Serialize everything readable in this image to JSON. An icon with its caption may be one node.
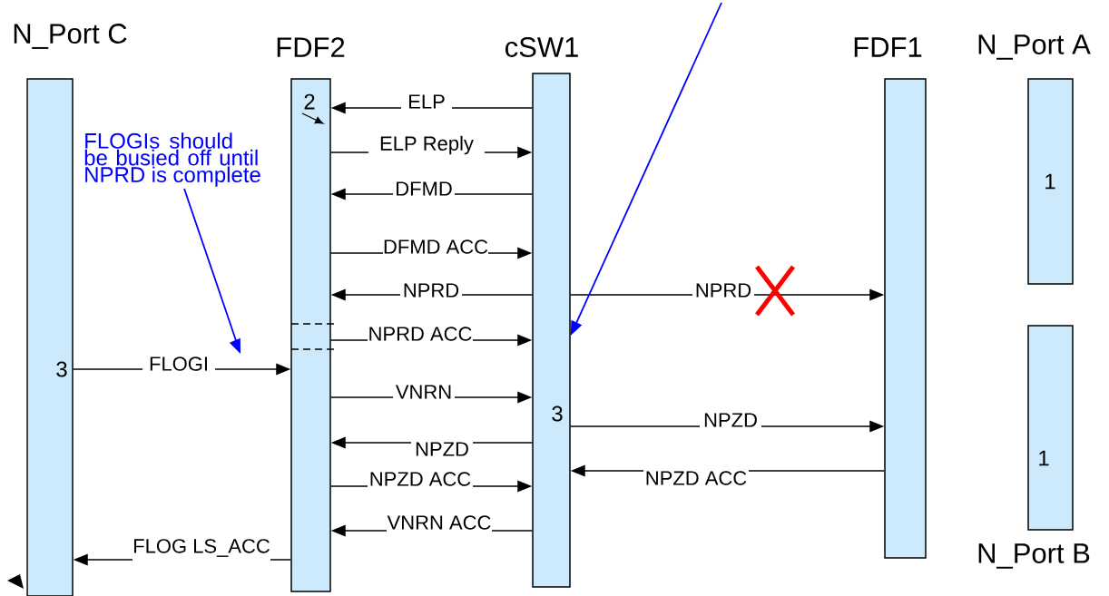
{
  "diagram": {
    "nodes": [
      {
        "text": [
          "N_Port C",
          "3"
        ]
      },
      {
        "text": [
          "FDF2",
          "2"
        ]
      },
      {
        "text": [
          "cSW1",
          "3"
        ]
      },
      {
        "text": [
          "FDF1"
        ]
      },
      {
        "text": [
          "N_Port A",
          "1"
        ]
      },
      {
        "text": [
          "1",
          "N_Port B"
        ]
      },
      {
        "text": [
          "FLOGIs should be busied off until NPRD is complete"
        ]
      }
    ],
    "edges": [
      {
        "from": 2,
        "to": 1,
        "arrow": "to",
        "label": "ELP"
      },
      {
        "from": 1,
        "to": 2,
        "arrow": "to",
        "label": "ELP Reply"
      },
      {
        "from": 2,
        "to": 1,
        "arrow": "to",
        "label": "DFMD"
      },
      {
        "from": 1,
        "to": 2,
        "arrow": "to",
        "label": "DFMD ACC"
      },
      {
        "from": 2,
        "to": 1,
        "arrow": "to",
        "label": "NPRD"
      },
      {
        "from": 2,
        "to": 3,
        "arrow": "to",
        "label": "NPRD"
      },
      {
        "from": 1,
        "to": 2,
        "arrow": "to",
        "label": "NPRD ACC"
      },
      {
        "from": 0,
        "to": 1,
        "arrow": "to",
        "label": "FLOGI"
      },
      {
        "from": 1,
        "to": 2,
        "arrow": "to",
        "label": "VNRN"
      },
      {
        "from": 2,
        "to": 3,
        "arrow": "to",
        "label": "NPZD"
      },
      {
        "from": 2,
        "to": 1,
        "arrow": "to",
        "label": "NPZD"
      },
      {
        "from": 1,
        "to": 2,
        "arrow": "to",
        "label": "NPZD ACC"
      },
      {
        "from": 3,
        "to": 2,
        "arrow": "to",
        "label": "NPZD ACC"
      },
      {
        "from": 2,
        "to": 1,
        "arrow": "to",
        "label": "VNRN ACC"
      },
      {
        "from": 1,
        "to": 0,
        "arrow": "to",
        "label": "FLOG LS_ACC"
      },
      {
        "from": 6,
        "to": null,
        "arrow": "to",
        "color": "#0000ff"
      },
      {
        "from": null,
        "to": 2,
        "arrow": "to",
        "color": "#0000ff"
      }
    ]
  }
}
